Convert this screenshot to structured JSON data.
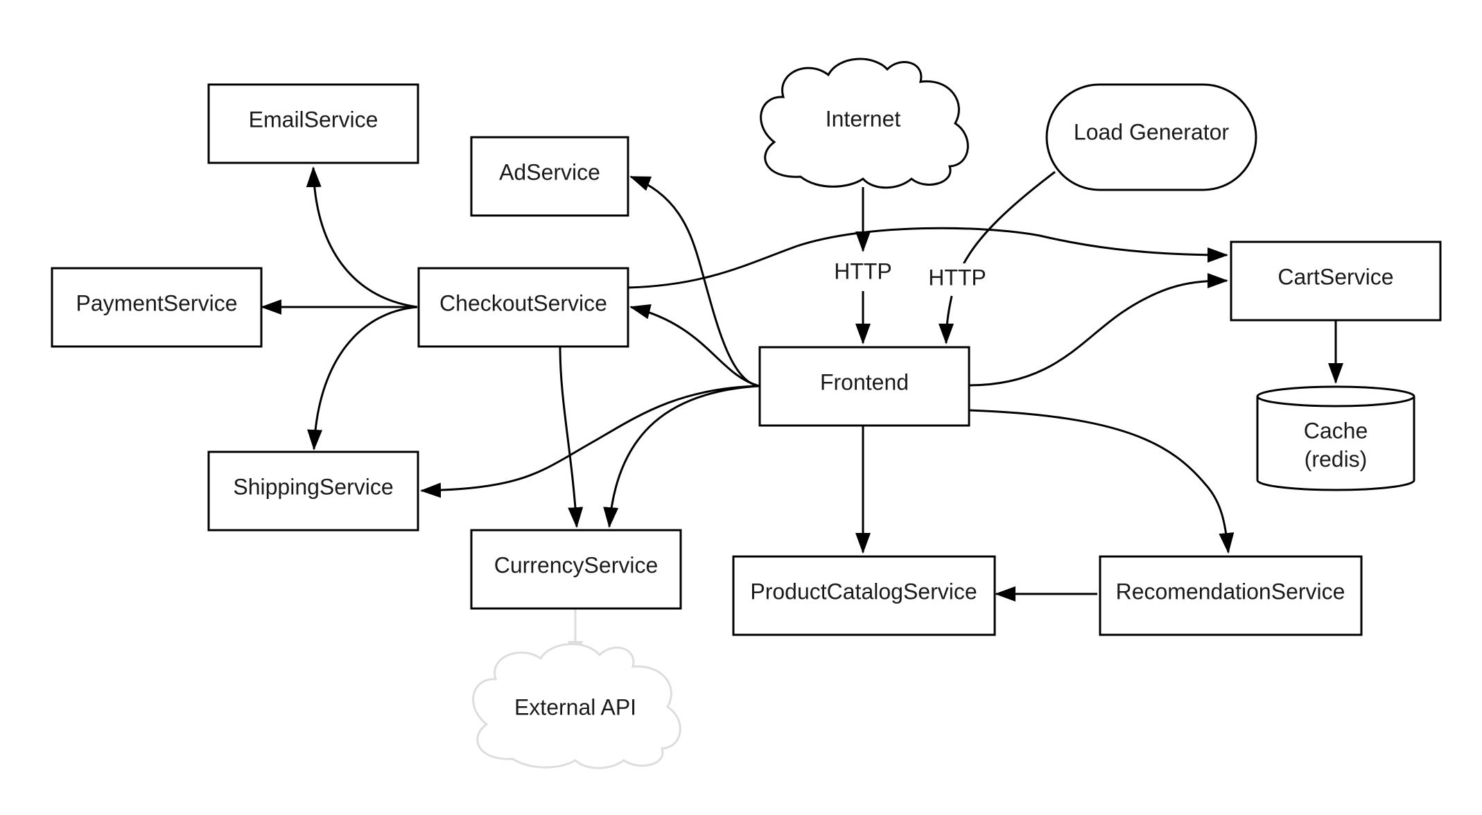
{
  "nodes": {
    "email_service": "EmailService",
    "ad_service": "AdService",
    "internet": "Internet",
    "load_generator": "Load Generator",
    "payment_service": "PaymentService",
    "checkout_service": "CheckoutService",
    "cart_service": "CartService",
    "frontend": "Frontend",
    "cache_line1": "Cache",
    "cache_line2": "(redis)",
    "shipping_service": "ShippingService",
    "currency_service": "CurrencyService",
    "product_catalog_service": "ProductCatalogService",
    "recommendation_service": "RecomendationService",
    "external_api": "External API"
  },
  "edge_labels": {
    "internet_http": "HTTP",
    "loadgen_http": "HTTP"
  },
  "colors": {
    "stroke": "#000000",
    "faded": "#dddddd",
    "text": "#1a1a1a",
    "background": "#ffffff"
  }
}
